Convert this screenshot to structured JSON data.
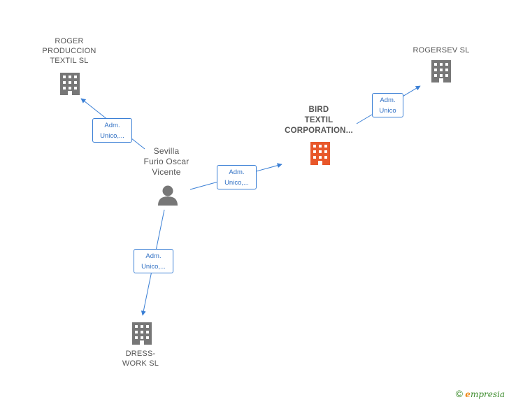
{
  "nodes": {
    "roger_produccion": {
      "label": "ROGER\nPRODUCCION\nTEXTIL  SL",
      "icon": "building-icon",
      "color": "#777777"
    },
    "rogersev": {
      "label": "ROGERSEV SL",
      "icon": "building-icon",
      "color": "#777777"
    },
    "bird_textil": {
      "label": "BIRD\nTEXTIL\nCORPORATION...",
      "icon": "building-icon",
      "color": "#e8572a"
    },
    "person": {
      "label": "Sevilla\nFurio Oscar\nVicente",
      "icon": "person-icon",
      "color": "#777777"
    },
    "dress_work": {
      "label": "DRESS-\nWORK  SL",
      "icon": "building-icon",
      "color": "#777777"
    }
  },
  "edges": [
    {
      "from": "person",
      "to": "roger_produccion",
      "label": "Adm.\nUnico,..."
    },
    {
      "from": "person",
      "to": "bird_textil",
      "label": "Adm.\nUnico,..."
    },
    {
      "from": "bird_textil",
      "to": "rogersev",
      "label": "Adm.\nUnico"
    },
    {
      "from": "person",
      "to": "dress_work",
      "label": "Adm.\nUnico,..."
    }
  ],
  "colors": {
    "edge": "#3a7fd5",
    "company": "#777777",
    "focal": "#e8572a"
  },
  "brand": {
    "copyright": "©",
    "initial": "e",
    "name": "mpresia"
  }
}
